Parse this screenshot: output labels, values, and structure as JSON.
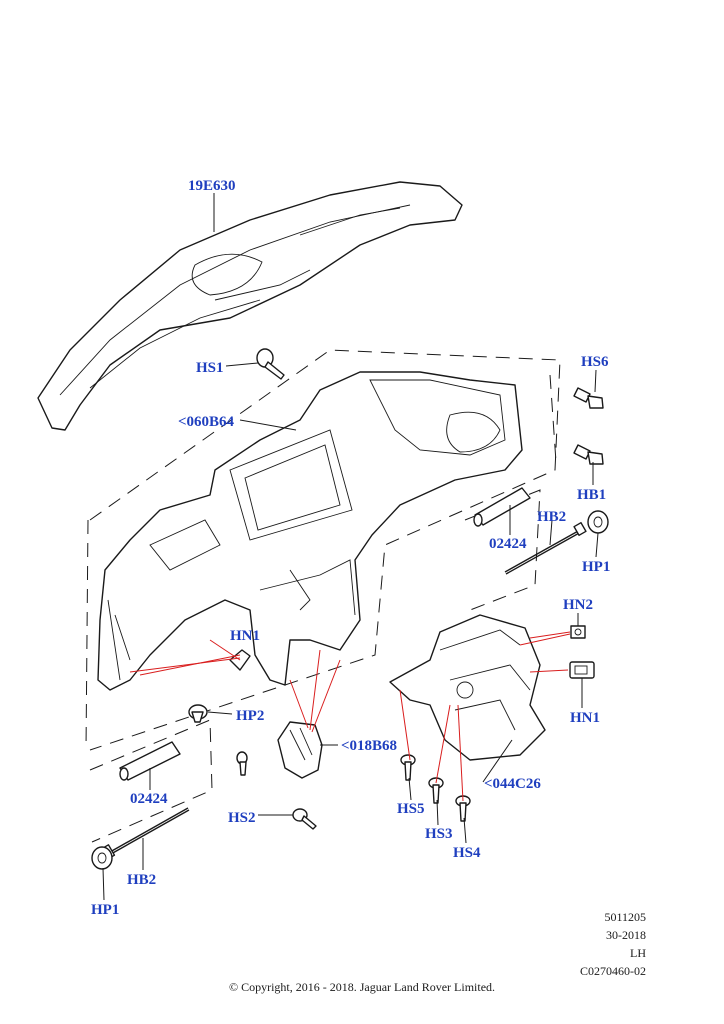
{
  "labels": {
    "l_19e630": "19E630",
    "l_hs1": "HS1",
    "l_060b64": "<060B64",
    "l_hs6": "HS6",
    "l_hb1": "HB1",
    "l_hb2_right": "HB2",
    "l_02424_right": "02424",
    "l_hp1_right": "HP1",
    "l_hn2": "HN2",
    "l_hn1_left": "HN1",
    "l_hn1_right": "HN1",
    "l_hp2": "HP2",
    "l_018b68": "<018B68",
    "l_044c26": "<044C26",
    "l_02424_left": "02424",
    "l_hs2": "HS2",
    "l_hs5": "HS5",
    "l_hs3": "HS3",
    "l_hs4": "HS4",
    "l_hb2_left": "HB2",
    "l_hp1_left": "HP1"
  },
  "meta": {
    "diagram_number": "5011205",
    "date": "30-2018",
    "drive_side": "LH",
    "reference": "C0270460-02"
  },
  "copyright": "© Copyright, 2016 - 2018. Jaguar Land Rover Limited.",
  "colors": {
    "callout": "#1f3fbf",
    "leader_red": "#d91e1e",
    "line": "#1a1a1a"
  }
}
